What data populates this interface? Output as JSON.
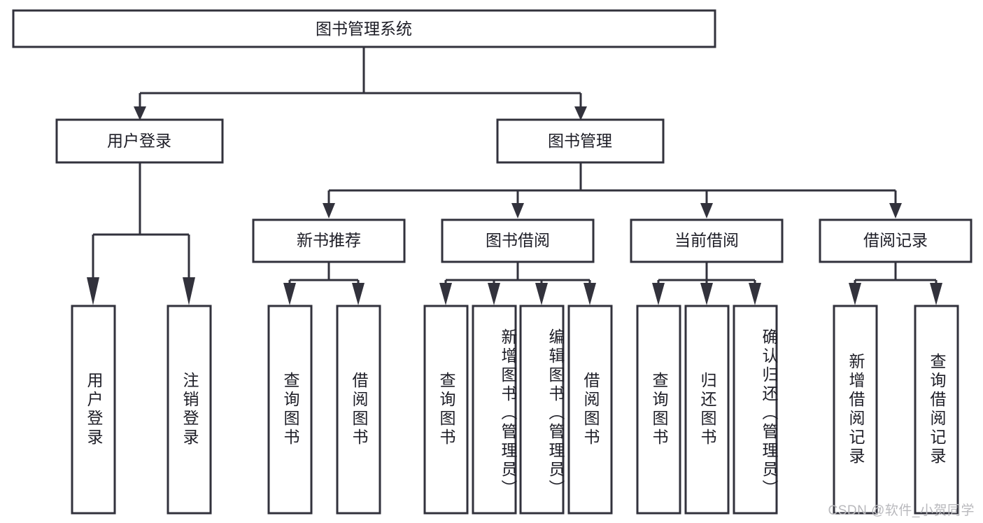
{
  "diagram": {
    "type": "tree",
    "title": "图书管理系统",
    "watermark": "CSDN @软件_小贺同学",
    "root": {
      "id": "root",
      "label": "图书管理系统"
    },
    "level2": [
      {
        "id": "user-login",
        "label": "用户登录"
      },
      {
        "id": "book-manage",
        "label": "图书管理"
      }
    ],
    "level3": [
      {
        "id": "new-book-recommend",
        "label": "新书推荐",
        "parent": "book-manage"
      },
      {
        "id": "book-borrow",
        "label": "图书借阅",
        "parent": "book-manage"
      },
      {
        "id": "current-borrow",
        "label": "当前借阅",
        "parent": "book-manage"
      },
      {
        "id": "borrow-record",
        "label": "借阅记录",
        "parent": "book-manage"
      }
    ],
    "leaves": [
      {
        "id": "leaf-user-login",
        "label": "用户登录",
        "parent": "user-login"
      },
      {
        "id": "leaf-logout-login",
        "label": "注销登录",
        "parent": "user-login"
      },
      {
        "id": "leaf-query-book-1",
        "label": "查询图书",
        "parent": "new-book-recommend"
      },
      {
        "id": "leaf-borrow-book-1",
        "label": "借阅图书",
        "parent": "new-book-recommend"
      },
      {
        "id": "leaf-query-book-2",
        "label": "查询图书",
        "parent": "book-borrow"
      },
      {
        "id": "leaf-add-book",
        "label": "新增图书（管理员）",
        "parent": "book-borrow"
      },
      {
        "id": "leaf-edit-book",
        "label": "编辑图书（管理员）",
        "parent": "book-borrow"
      },
      {
        "id": "leaf-borrow-book-2",
        "label": "借阅图书",
        "parent": "book-borrow"
      },
      {
        "id": "leaf-query-book-3",
        "label": "查询图书",
        "parent": "current-borrow"
      },
      {
        "id": "leaf-return-book",
        "label": "归还图书",
        "parent": "current-borrow"
      },
      {
        "id": "leaf-confirm-return",
        "label": "确认归还（管理员）",
        "parent": "current-borrow"
      },
      {
        "id": "leaf-add-record",
        "label": "新增借阅记录",
        "parent": "borrow-record"
      },
      {
        "id": "leaf-query-record",
        "label": "查询借阅记录",
        "parent": "borrow-record"
      }
    ],
    "colors": {
      "stroke": "#32323c",
      "fill": "#ffffff",
      "text": "#1d1d26",
      "watermark": "#b9b9bd"
    }
  }
}
